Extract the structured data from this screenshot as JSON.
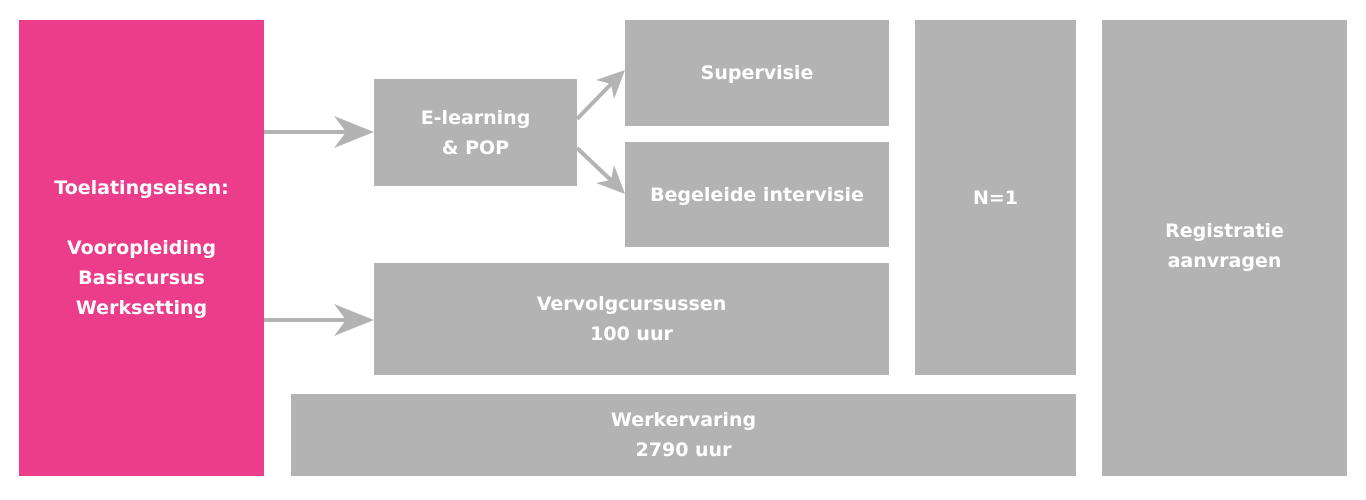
{
  "colors": {
    "primary": "#ec3d8a",
    "box": "#b3b3b3",
    "text": "#ffffff"
  },
  "requirements": {
    "title": "Toelatingseisen:",
    "items": [
      "Vooropleiding",
      "Basiscursus",
      "Werksetting"
    ]
  },
  "elearning": {
    "line1": "E-learning",
    "line2": "& POP"
  },
  "supervisie": {
    "label": "Supervisie"
  },
  "intervisie": {
    "label": "Begeleide intervisie"
  },
  "vervolg": {
    "line1": "Vervolgcursussen",
    "line2": "100 uur"
  },
  "n1": {
    "label": "N=1"
  },
  "werkervaring": {
    "line1": "Werkervaring",
    "line2": "2790 uur"
  },
  "registratie": {
    "line1": "Registratie",
    "line2": "aanvragen"
  }
}
